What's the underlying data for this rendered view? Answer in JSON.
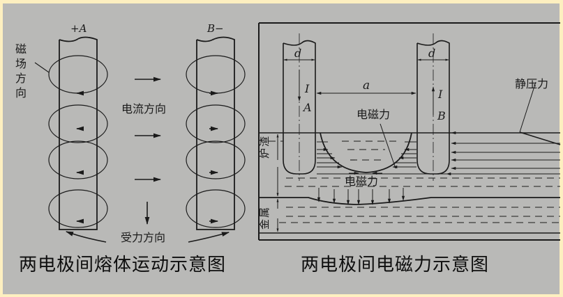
{
  "colors": {
    "border": "#fdefc0",
    "paper": "#b9b9b7",
    "ink": "#1a1a1a"
  },
  "left_figure": {
    "electrode_a_label": "+A",
    "electrode_b_label": "B−",
    "magnetic_field_label": [
      "磁",
      "场",
      "方",
      "向"
    ],
    "current_direction_label": "电流方向",
    "force_direction_label": "受力方向",
    "caption": "两电极间熔体运动示意图"
  },
  "right_figure": {
    "diameter_label": "d",
    "current_label": "I",
    "electrode_a": "A",
    "electrode_b": "B",
    "spacing_label": "a",
    "electromagnetic_force_label_top": "电磁力",
    "electromagnetic_force_label_bottom": "电磁力",
    "static_pressure_label": "静压力",
    "slag_label": [
      "炉",
      "渣"
    ],
    "metal_label": [
      "金",
      "属"
    ],
    "caption": "两电极间电磁力示意图"
  }
}
